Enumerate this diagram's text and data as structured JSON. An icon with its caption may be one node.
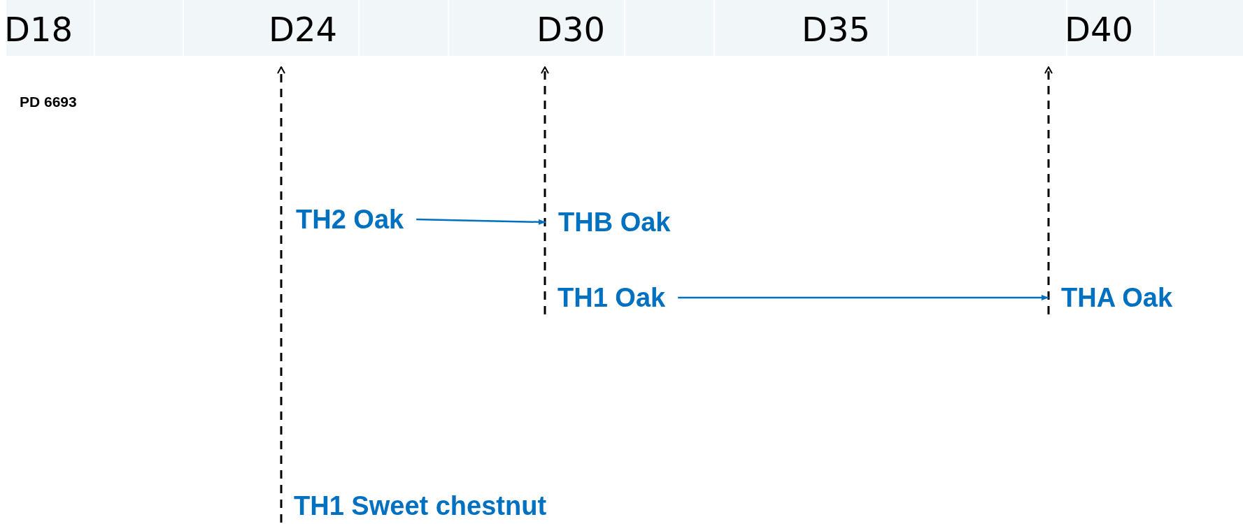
{
  "diagram": {
    "nodes": [
      {
        "text": [
          "D18"
        ]
      },
      {
        "text": [
          "D24"
        ]
      },
      {
        "text": [
          "D30"
        ]
      },
      {
        "text": [
          "D35"
        ]
      },
      {
        "text": [
          "D40"
        ]
      },
      {
        "text": [
          "TH2 Oak"
        ]
      },
      {
        "text": [
          "THB Oak"
        ]
      },
      {
        "text": [
          "TH1 Oak"
        ]
      },
      {
        "text": [
          "THA Oak"
        ]
      },
      {
        "text": [
          "TH1 Sweet chestnut"
        ]
      }
    ],
    "edges": [
      {
        "from": 9,
        "to": 1,
        "arrow": "to",
        "style": "dashed"
      },
      {
        "from": 7,
        "to": 2,
        "arrow": "to",
        "style": "dashed"
      },
      {
        "from": 8,
        "to": 4,
        "arrow": "to",
        "style": "dashed"
      },
      {
        "from": 5,
        "to": 6,
        "arrow": "to",
        "color": "#0070c0"
      },
      {
        "from": 7,
        "to": 8,
        "arrow": "to",
        "color": "#0070c0"
      }
    ],
    "labels": [
      "PD 6693"
    ]
  }
}
